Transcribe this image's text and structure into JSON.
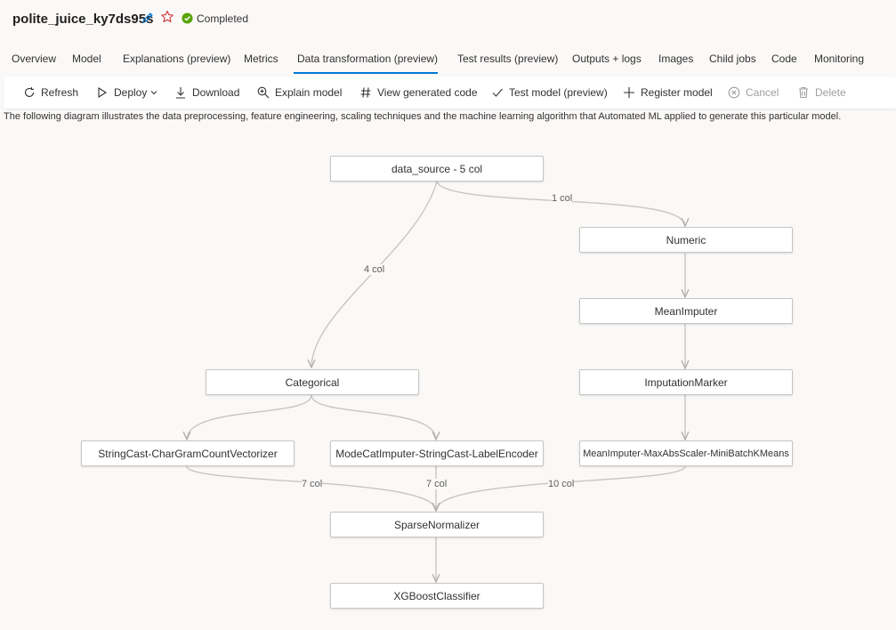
{
  "header": {
    "job_name": "polite_juice_ky7ds95s",
    "status": "Completed",
    "status_color": "#57a300",
    "accent_color": "#0078d4",
    "star_color": "#d13438"
  },
  "tabs": [
    {
      "label": "Overview",
      "active": false
    },
    {
      "label": "Model",
      "active": false
    },
    {
      "label": "Explanations (preview)",
      "active": false
    },
    {
      "label": "Metrics",
      "active": false
    },
    {
      "label": "Data transformation (preview)",
      "active": true
    },
    {
      "label": "Test results (preview)",
      "active": false
    },
    {
      "label": "Outputs + logs",
      "active": false
    },
    {
      "label": "Images",
      "active": false
    },
    {
      "label": "Child jobs",
      "active": false
    },
    {
      "label": "Code",
      "active": false
    },
    {
      "label": "Monitoring",
      "active": false
    }
  ],
  "toolbar": {
    "refresh": "Refresh",
    "deploy": "Deploy",
    "download": "Download",
    "explain_model": "Explain model",
    "view_generated_code": "View generated code",
    "test_model": "Test model (preview)",
    "register_model": "Register model",
    "cancel": "Cancel",
    "delete": "Delete"
  },
  "description": "The following diagram illustrates the data preprocessing, feature engineering, scaling techniques and the machine learning algorithm that Automated ML applied to generate this particular model.",
  "diagram": {
    "nodes": {
      "data_source": "data_source - 5 col",
      "numeric": "Numeric",
      "mean_imputer": "MeanImputer",
      "imputation_marker": "ImputationMarker",
      "categorical": "Categorical",
      "stringcast_chargram": "StringCast-CharGramCountVectorizer",
      "modecat_labelencoder": "ModeCatImputer-StringCast-LabelEncoder",
      "meanimputer_chain": "MeanImputer-MaxAbsScaler-MiniBatchKMeans",
      "sparse_normalizer": "SparseNormalizer",
      "xgboost": "XGBoostClassifier"
    },
    "edge_labels": {
      "to_numeric": "1 col",
      "to_categorical": "4 col",
      "chargram_to_sparse": "7 col",
      "labelencoder_to_sparse": "7 col",
      "kmeans_to_sparse": "10 col"
    }
  }
}
